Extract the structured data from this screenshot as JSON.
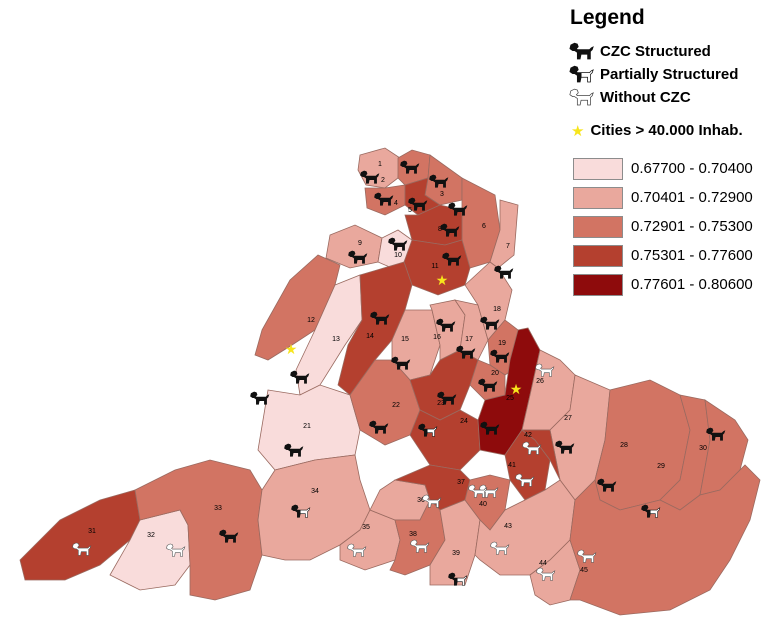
{
  "legend": {
    "title": "Legend",
    "dog_categories": [
      {
        "label": "CZC Structured",
        "icon": "dog-black-icon"
      },
      {
        "label": "Partially Structured",
        "icon": "dog-partial-icon"
      },
      {
        "label": "Without CZC",
        "icon": "dog-white-icon"
      }
    ],
    "cities_label": "Cities > 40.000 Inhab.",
    "star_icon": "star-icon",
    "star_color": "#f7e51c",
    "classes": [
      {
        "label": "0.67700 - 0.70400",
        "color": "#f9dcdb"
      },
      {
        "label": "0.70401 - 0.72900",
        "color": "#e9a89d"
      },
      {
        "label": "0.72901 - 0.75300",
        "color": "#d27463"
      },
      {
        "label": "0.75301 - 0.77600",
        "color": "#b4402f"
      },
      {
        "label": "0.77601 - 0.80600",
        "color": "#8e0b0c"
      }
    ]
  },
  "regions": [
    {
      "id": "1",
      "class": 1,
      "dog": "black"
    },
    {
      "id": "2",
      "class": 2,
      "dog": "black"
    },
    {
      "id": "3",
      "class": 2,
      "dog": "black"
    },
    {
      "id": "4",
      "class": 2,
      "dog": "black"
    },
    {
      "id": "5",
      "class": 3,
      "dog": "black"
    },
    {
      "id": "6",
      "class": 2,
      "dog": "black"
    },
    {
      "id": "7",
      "class": 1,
      "dog": "black"
    },
    {
      "id": "8",
      "class": 3,
      "dog": "black"
    },
    {
      "id": "9",
      "class": 1,
      "dog": "black"
    },
    {
      "id": "10",
      "class": 0,
      "dog": "black"
    },
    {
      "id": "11",
      "class": 3,
      "dog": "black"
    },
    {
      "id": "12",
      "class": 2,
      "dog": "black"
    },
    {
      "id": "13",
      "class": 0,
      "dog": "black"
    },
    {
      "id": "14",
      "class": 3,
      "dog": "black"
    },
    {
      "id": "15",
      "class": 1,
      "dog": "black"
    },
    {
      "id": "16",
      "class": 1,
      "dog": "black"
    },
    {
      "id": "17",
      "class": 1,
      "dog": "black"
    },
    {
      "id": "18",
      "class": 1,
      "dog": "black"
    },
    {
      "id": "19",
      "class": 2,
      "dog": "black"
    },
    {
      "id": "20",
      "class": 2,
      "dog": "black"
    },
    {
      "id": "21",
      "class": 0,
      "dog": "black"
    },
    {
      "id": "22",
      "class": 2,
      "dog": "black"
    },
    {
      "id": "23",
      "class": 3,
      "dog": "black"
    },
    {
      "id": "24",
      "class": 3,
      "dog": "partial"
    },
    {
      "id": "25",
      "class": 4,
      "dog": "black"
    },
    {
      "id": "26",
      "class": 1,
      "dog": "white"
    },
    {
      "id": "27",
      "class": 1,
      "dog": "black"
    },
    {
      "id": "28",
      "class": 2,
      "dog": "black"
    },
    {
      "id": "29",
      "class": 2,
      "dog": "partial"
    },
    {
      "id": "30",
      "class": 2,
      "dog": "black"
    },
    {
      "id": "31",
      "class": 3,
      "dog": "white"
    },
    {
      "id": "32",
      "class": 0,
      "dog": "white"
    },
    {
      "id": "33",
      "class": 2,
      "dog": "black"
    },
    {
      "id": "34",
      "class": 1,
      "dog": "partial"
    },
    {
      "id": "35",
      "class": 1,
      "dog": "white"
    },
    {
      "id": "36",
      "class": 1,
      "dog": "white"
    },
    {
      "id": "37",
      "class": 3,
      "dog": "white"
    },
    {
      "id": "38",
      "class": 2,
      "dog": "white"
    },
    {
      "id": "39",
      "class": 1,
      "dog": "partial"
    },
    {
      "id": "40",
      "class": 2,
      "dog": "white"
    },
    {
      "id": "41",
      "class": 3,
      "dog": "white"
    },
    {
      "id": "42",
      "class": 3,
      "dog": "white"
    },
    {
      "id": "43",
      "class": 1,
      "dog": "white"
    },
    {
      "id": "44",
      "class": 1,
      "dog": "white"
    },
    {
      "id": "45",
      "class": 2,
      "dog": "white"
    }
  ]
}
